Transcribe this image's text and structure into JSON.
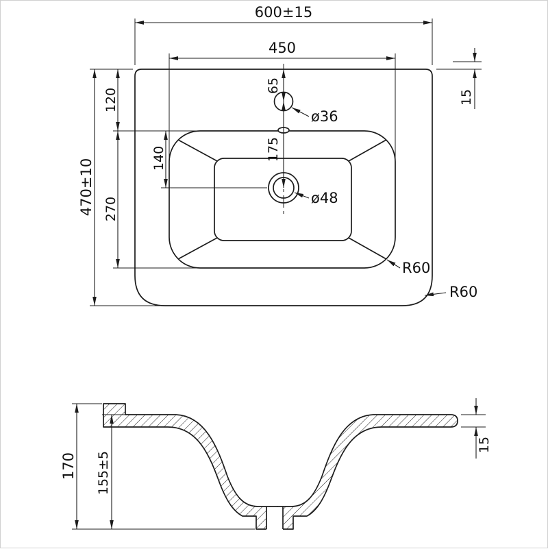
{
  "drawing": {
    "background": "#ffffff",
    "line_color": "#1c1c1c",
    "plan_view": {
      "overall_width": "600±15",
      "basin_width": "450",
      "faucet_hole_dia": "ø36",
      "rear_edge_offset": "15",
      "faucet_center_offset": "65",
      "rim_to_basin": "120",
      "basin_to_drain": "140",
      "faucet_to_drain": "175",
      "basin_length": "270",
      "overall_depth": "470±10",
      "drain_hole_dia": "ø48",
      "basin_corner_radius": "R60",
      "outer_corner_radius": "R60"
    },
    "section_view": {
      "overall_height": "170",
      "bowl_depth": "155±5",
      "rim_thickness": "15"
    }
  }
}
